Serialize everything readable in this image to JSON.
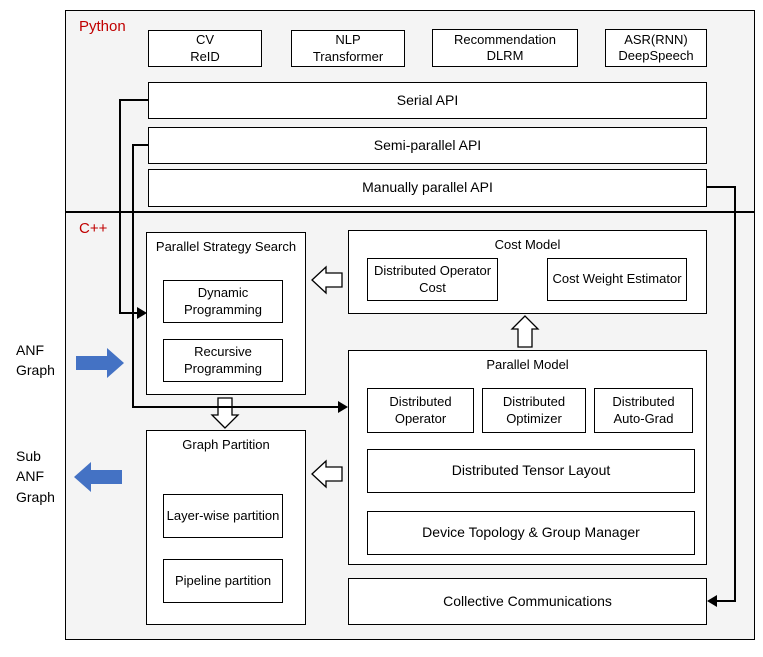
{
  "python_section": {
    "label": "Python",
    "apps": [
      {
        "line1": "CV",
        "line2": "ReID"
      },
      {
        "line1": "NLP",
        "line2": "Transformer"
      },
      {
        "line1": "Recommendation",
        "line2": "DLRM"
      },
      {
        "line1": "ASR(RNN)",
        "line2": "DeepSpeech"
      }
    ],
    "apis": [
      "Serial API",
      "Semi-parallel API",
      "Manually parallel API"
    ]
  },
  "cpp_section": {
    "label": "C++",
    "parallel_strategy_search": {
      "title": "Parallel Strategy Search",
      "items": [
        "Dynamic Programming",
        "Recursive Programming"
      ]
    },
    "cost_model": {
      "title": "Cost Model",
      "items": [
        "Distributed Operator Cost",
        "Cost Weight Estimator"
      ]
    },
    "parallel_model": {
      "title": "Parallel Model",
      "row_items": [
        "Distributed Operator",
        "Distributed Optimizer",
        "Distributed Auto-Grad"
      ],
      "wide_items": [
        "Distributed Tensor Layout",
        "Device Topology & Group Manager"
      ]
    },
    "graph_partition": {
      "title": "Graph Partition",
      "items": [
        "Layer-wise partition",
        "Pipeline partition"
      ]
    },
    "collective_communications": "Collective Communications"
  },
  "side_labels": {
    "anf_graph": "ANF\nGraph",
    "sub_anf_graph": "Sub\nANF\nGraph"
  },
  "colors": {
    "section_label_red": "#C00000",
    "solid_arrow_blue": "#4472C4",
    "line_black": "#000000",
    "section_background": "#f4f4f4"
  }
}
